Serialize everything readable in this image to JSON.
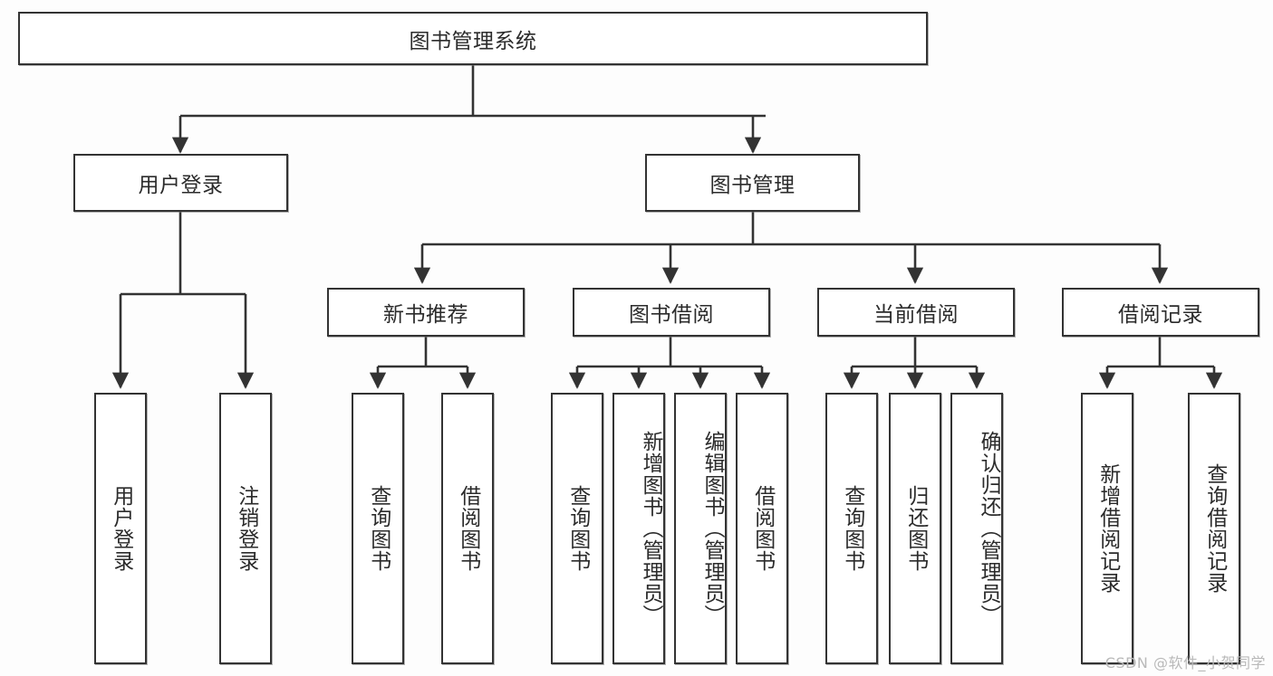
{
  "diagram": {
    "type": "tree",
    "title": "图书管理系统",
    "watermark": "CSDN @软件_小贺同学",
    "colors": {
      "stroke": "#333333",
      "node_fill": "#ffffff",
      "background": "#fdfdfd",
      "text": "#2b2b2b",
      "watermark": "#b9b9b9"
    },
    "nodes": {
      "root": {
        "label": "图书管理系统",
        "orientation": "horizontal"
      },
      "user_login": {
        "label": "用户登录",
        "orientation": "horizontal"
      },
      "book_manage": {
        "label": "图书管理",
        "orientation": "horizontal"
      },
      "new_book_rec": {
        "label": "新书推荐",
        "orientation": "horizontal"
      },
      "book_borrow": {
        "label": "图书借阅",
        "orientation": "horizontal"
      },
      "current_borrow": {
        "label": "当前借阅",
        "orientation": "horizontal"
      },
      "borrow_record": {
        "label": "借阅记录",
        "orientation": "horizontal"
      },
      "leaf_user_login": {
        "label": "用户登录",
        "orientation": "vertical"
      },
      "leaf_logout": {
        "label": "注销登录",
        "orientation": "vertical"
      },
      "leaf_query_book_1": {
        "label": "查询图书",
        "orientation": "vertical"
      },
      "leaf_borrow_book_1": {
        "label": "借阅图书",
        "orientation": "vertical"
      },
      "leaf_query_book_2": {
        "label": "查询图书",
        "orientation": "vertical"
      },
      "leaf_add_book": {
        "label": "新增图书（管理员）",
        "orientation": "vertical"
      },
      "leaf_edit_book": {
        "label": "编辑图书（管理员）",
        "orientation": "vertical"
      },
      "leaf_borrow_book_2": {
        "label": "借阅图书",
        "orientation": "vertical"
      },
      "leaf_query_book_3": {
        "label": "查询图书",
        "orientation": "vertical"
      },
      "leaf_return_book": {
        "label": "归还图书",
        "orientation": "vertical"
      },
      "leaf_confirm_return": {
        "label": "确认归还（管理员）",
        "orientation": "vertical"
      },
      "leaf_add_record": {
        "label": "新增借阅记录",
        "orientation": "vertical"
      },
      "leaf_query_record": {
        "label": "查询借阅记录",
        "orientation": "vertical"
      }
    },
    "edges": [
      {
        "from": "root",
        "to": "user_login"
      },
      {
        "from": "root",
        "to": "book_manage"
      },
      {
        "from": "user_login",
        "to": "leaf_user_login"
      },
      {
        "from": "user_login",
        "to": "leaf_logout"
      },
      {
        "from": "book_manage",
        "to": "new_book_rec"
      },
      {
        "from": "book_manage",
        "to": "book_borrow"
      },
      {
        "from": "book_manage",
        "to": "current_borrow"
      },
      {
        "from": "book_manage",
        "to": "borrow_record"
      },
      {
        "from": "new_book_rec",
        "to": "leaf_query_book_1"
      },
      {
        "from": "new_book_rec",
        "to": "leaf_borrow_book_1"
      },
      {
        "from": "book_borrow",
        "to": "leaf_query_book_2"
      },
      {
        "from": "book_borrow",
        "to": "leaf_add_book"
      },
      {
        "from": "book_borrow",
        "to": "leaf_edit_book"
      },
      {
        "from": "book_borrow",
        "to": "leaf_borrow_book_2"
      },
      {
        "from": "current_borrow",
        "to": "leaf_query_book_3"
      },
      {
        "from": "current_borrow",
        "to": "leaf_return_book"
      },
      {
        "from": "current_borrow",
        "to": "leaf_confirm_return"
      },
      {
        "from": "borrow_record",
        "to": "leaf_add_record"
      },
      {
        "from": "borrow_record",
        "to": "leaf_query_record"
      }
    ]
  }
}
